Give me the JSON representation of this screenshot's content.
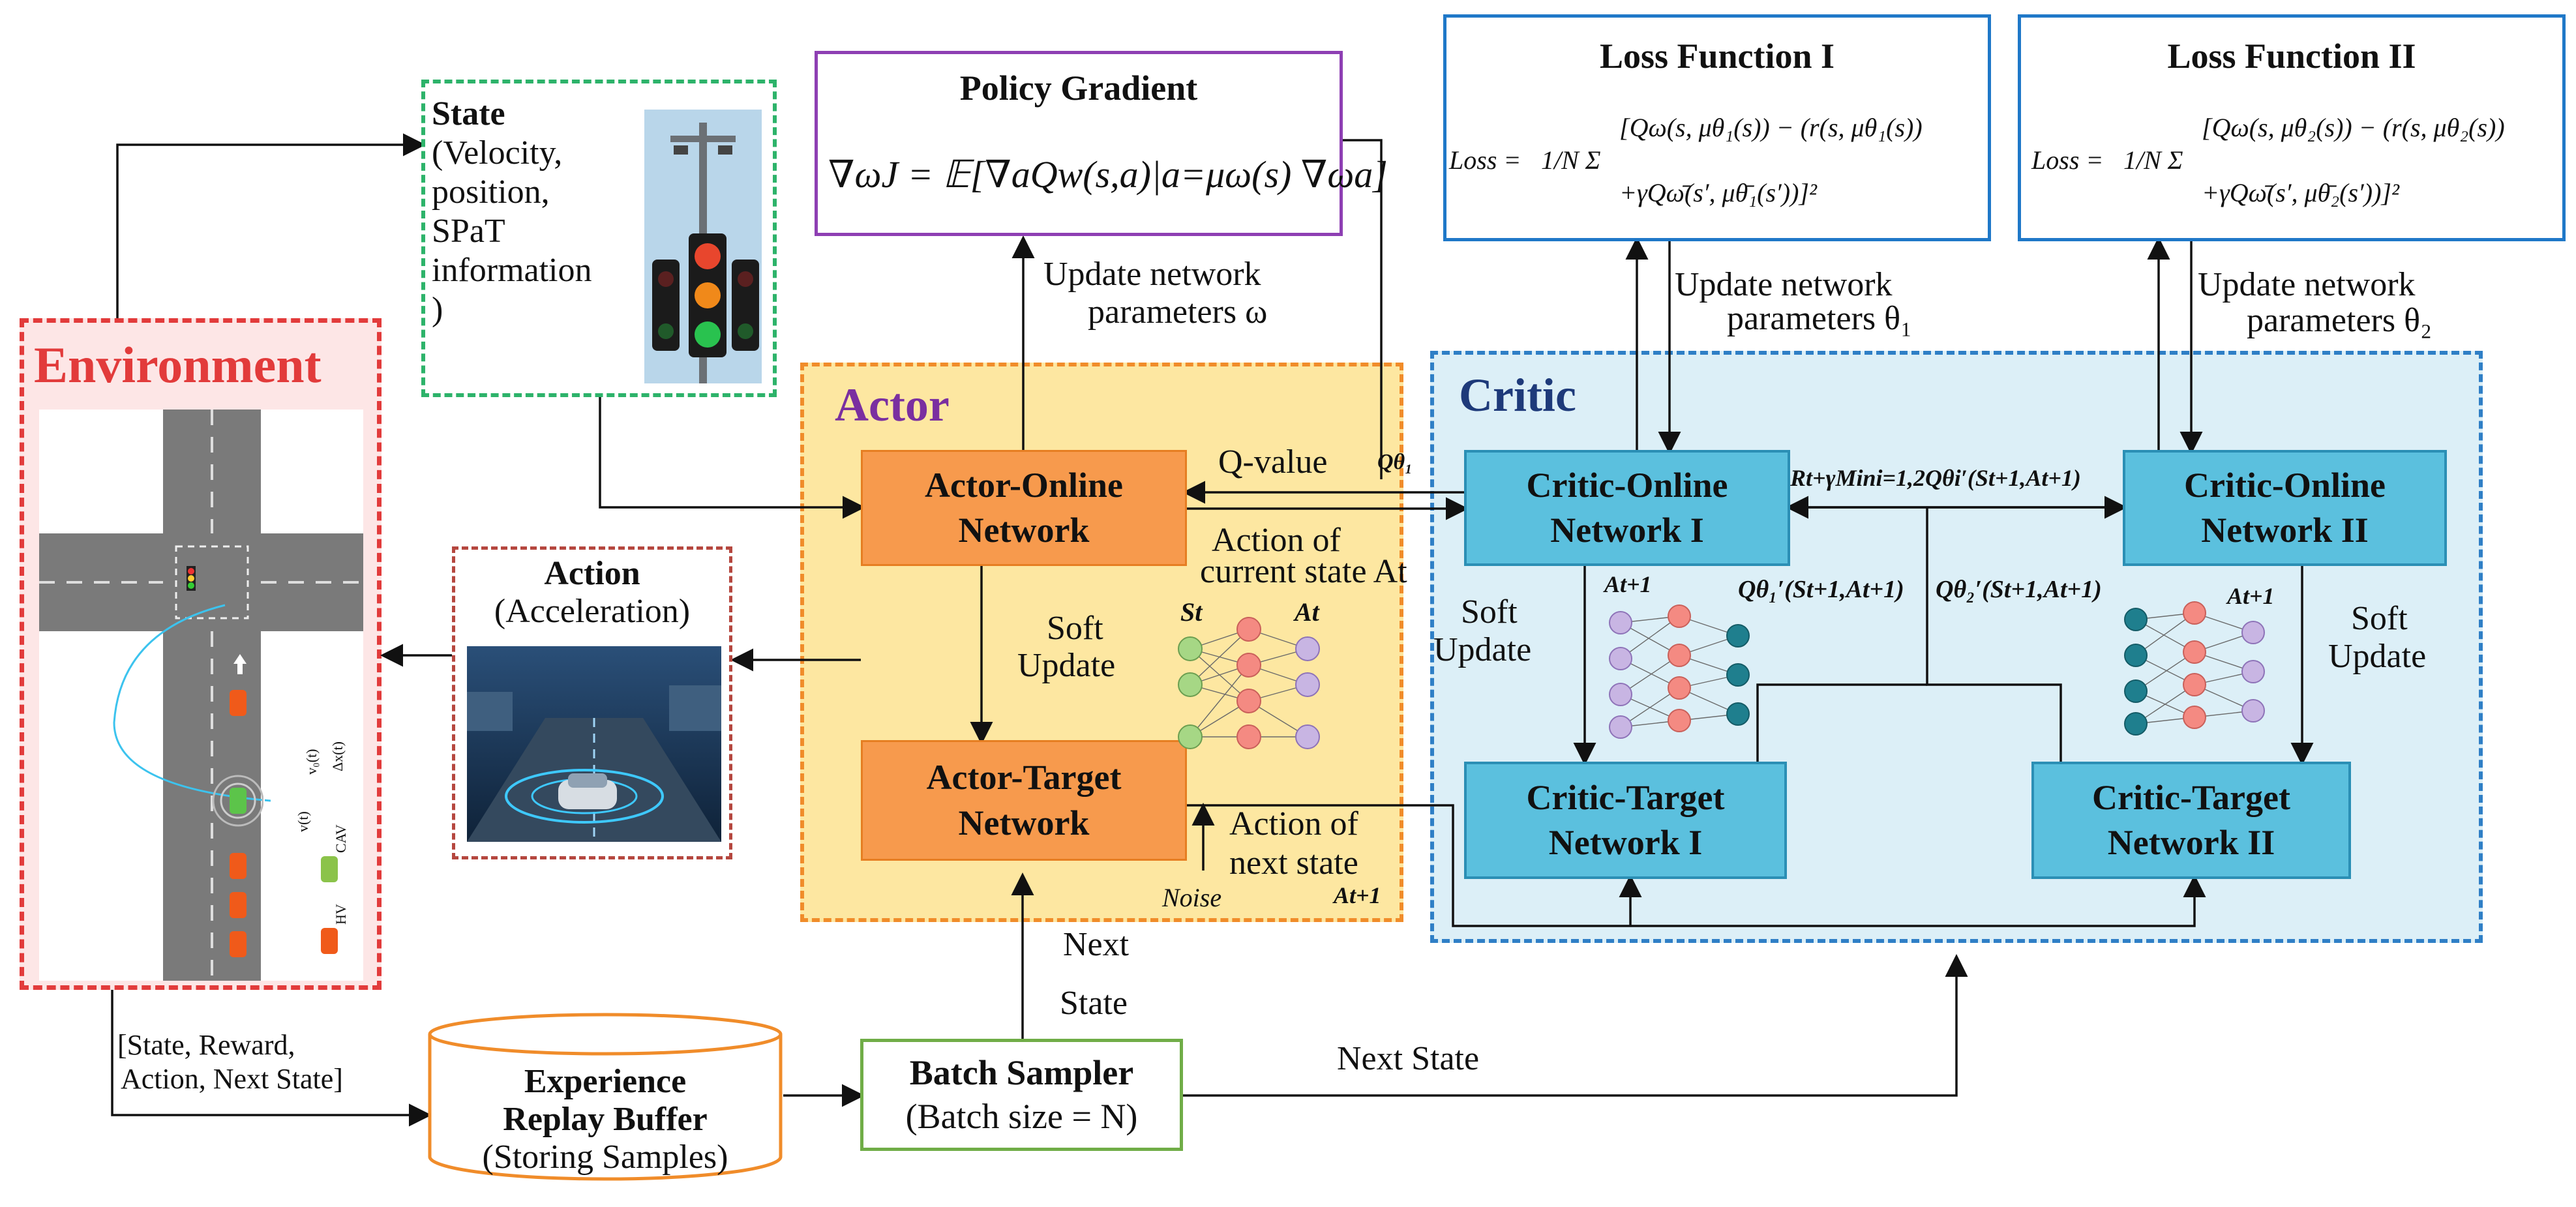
{
  "environment": {
    "title": "Environment",
    "road_labels": [
      "v(t)",
      "v₀(t)",
      "Δx(t)",
      "CAV",
      "HV"
    ]
  },
  "state": {
    "title": "State",
    "lines": [
      "(Velocity,",
      "position,",
      "SPaT",
      "information",
      ")"
    ]
  },
  "action": {
    "title": "Action",
    "subtitle": "(Acceleration)"
  },
  "policy_gradient": {
    "title": "Policy Gradient",
    "formula": "∇ωJ = 𝔼[∇aQw(s,a)|a=μω(s) ∇ωa]"
  },
  "actor": {
    "title": "Actor",
    "online": [
      "Actor-Online",
      "Network"
    ],
    "target": [
      "Actor-Target",
      "Network"
    ],
    "update_params": [
      "Update network",
      "parameters ω"
    ],
    "q_value": "Q-value",
    "q_symbol": "Qθ₁",
    "action_current": [
      "Action of",
      "current state At"
    ],
    "soft_update": [
      "Soft",
      "Update"
    ],
    "nn_in": "St",
    "nn_out": "At",
    "action_next": [
      "Action of",
      "next state"
    ],
    "action_next_symbol": "At+1",
    "noise": "Noise"
  },
  "critic": {
    "title": "Critic",
    "online1": [
      "Critic-Online",
      "Network I"
    ],
    "online2": [
      "Critic-Online",
      "Network II"
    ],
    "target1": [
      "Critic-Target",
      "Network I"
    ],
    "target2": [
      "Critic-Target",
      "Network II"
    ],
    "soft_update_left": [
      "Soft",
      "Update"
    ],
    "soft_update_right": [
      "Soft",
      "Update"
    ],
    "target_formula": "Rt+γMini=1,2Qθi′(St+1,At+1)",
    "q1_label": "Qθ₁′(St+1,At+1)",
    "q2_label": "Qθ₂′(St+1,At+1)",
    "a_next_1": "At+1",
    "a_next_2": "At+1",
    "update_params_1": [
      "Update network",
      "parameters θ₁"
    ],
    "update_params_2": [
      "Update network",
      "parameters θ₂"
    ]
  },
  "loss1": {
    "title": "Loss Function I",
    "lhs": "Loss = ",
    "frac": "1/N Σ",
    "line1": "[Qω(s, μθ₁(s)) − (r(s, μθ₁(s))",
    "line2": "+γQω̄(s′, μθ̄₁(s′))]²"
  },
  "loss2": {
    "title": "Loss Function II",
    "lhs": "Loss = ",
    "frac": "1/N Σ",
    "line1": "[Qω(s, μθ₂(s)) − (r(s, μθ₂(s))",
    "line2": "+γQω̄(s′, μθ̄₂(s′))]²"
  },
  "buffer": {
    "lines": [
      "Experience",
      "Replay Buffer",
      "(Storing Samples)"
    ]
  },
  "batch": {
    "title": "Batch Sampler",
    "subtitle": "(Batch size = N)"
  },
  "flows": {
    "transition": [
      "[State, Reward,",
      "Action, Next State]"
    ],
    "next_state_up": [
      "Next",
      "State"
    ],
    "next_state_right": "Next State"
  },
  "colors": {
    "actor_box": "#f79a4d",
    "critic_box": "#5bc0de",
    "actor_region": "#fde7a1",
    "critic_region": "#dceff7",
    "env_region": "#fde6e6",
    "loss_border": "#1f78c8"
  }
}
